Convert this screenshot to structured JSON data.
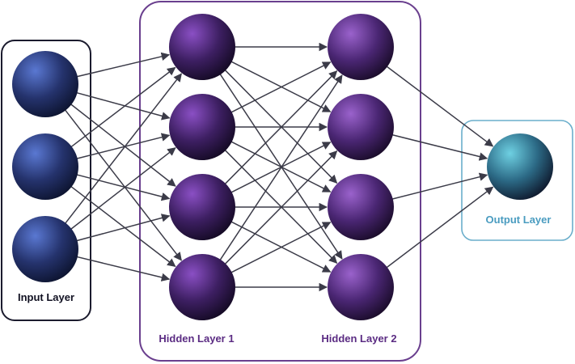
{
  "labels": {
    "input": "Input Layer",
    "hidden1": "Hidden Layer 1",
    "hidden2": "Hidden Layer 2",
    "output": "Output Layer"
  },
  "colors": {
    "input_box": "#1b1b2e",
    "hidden_box": "#6a3f8e",
    "hidden_label": "#5b2c83",
    "output_box": "#6aaecb",
    "output_label": "#4a9cc0",
    "edge": "#3b3b48",
    "input_node_light": "#5a78d2",
    "input_node_dark": "#0d1430",
    "hidden1_node_light": "#8a4fc4",
    "hidden1_node_dark": "#140a24",
    "hidden2_node_light": "#9a62cc",
    "hidden2_node_dark": "#1a0c2a",
    "output_node_light": "#6ed0e2",
    "output_node_dark": "#0f1a2e"
  },
  "network": {
    "layer_sizes": [
      3,
      4,
      4,
      1
    ],
    "connectivity": "fully-connected"
  }
}
